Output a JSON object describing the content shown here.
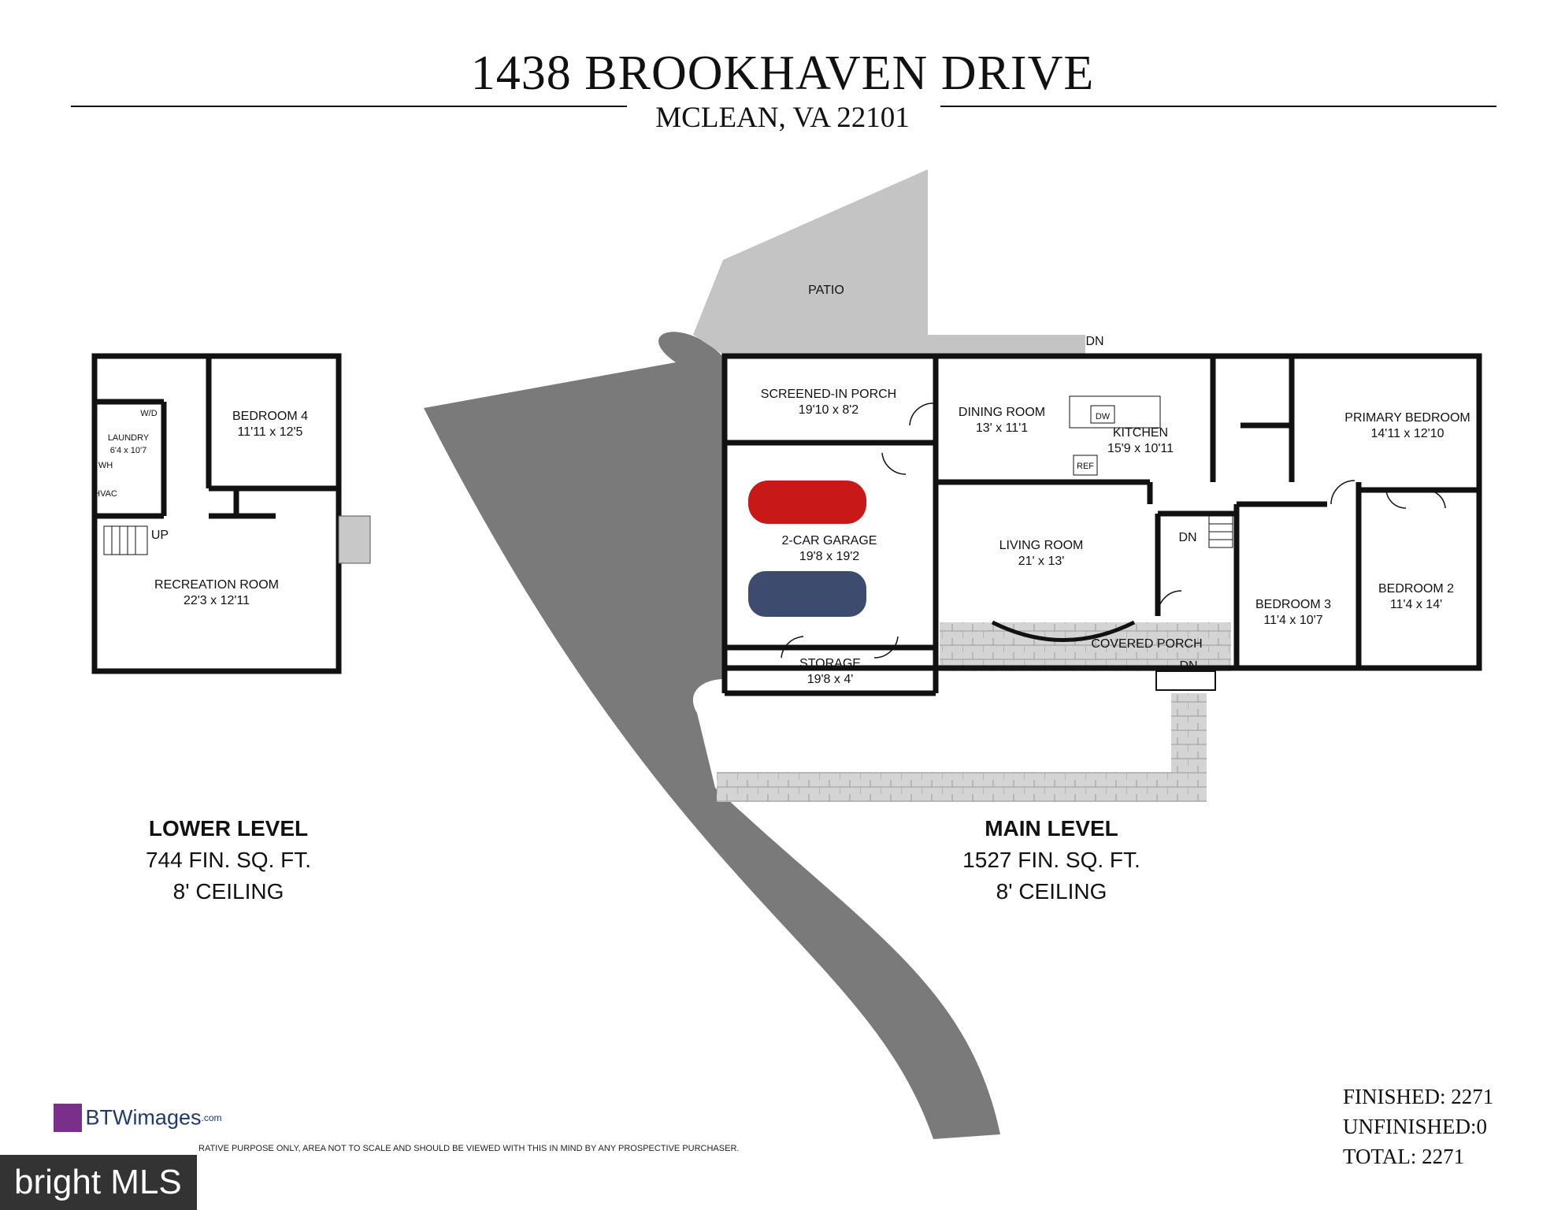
{
  "header": {
    "title": "1438 BROOKHAVEN DRIVE",
    "subtitle": "MCLEAN, VA 22101"
  },
  "rooms": {
    "patio": "PATIO",
    "screened_porch": "SCREENED-IN PORCH",
    "screened_porch_dim": "19'10 x 8'2",
    "dining": "DINING ROOM",
    "dining_dim": "13' x 11'1",
    "kitchen": "KITCHEN",
    "kitchen_dim": "15'9 x 10'11",
    "dw": "DW",
    "ref": "REF",
    "primary": "PRIMARY BEDROOM",
    "primary_dim": "14'11 x 12'10",
    "garage": "2-CAR GARAGE",
    "garage_dim": "19'8 x 19'2",
    "living": "LIVING ROOM",
    "living_dim": "21' x 13'",
    "bed3": "BEDROOM 3",
    "bed3_dim": "11'4 x 10'7",
    "bed2": "BEDROOM 2",
    "bed2_dim": "11'4 x 14'",
    "storage": "STORAGE",
    "storage_dim": "19'8 x 4'",
    "covered_porch": "COVERED PORCH",
    "dn": "DN",
    "bed4": "BEDROOM 4",
    "bed4_dim": "11'11 x 12'5",
    "laundry": "LAUNDRY",
    "laundry_dim": "6'4 x 10'7",
    "wd": "W/D",
    "wh": "WH",
    "hvac": "HVAC",
    "up": "UP",
    "rec": "RECREATION ROOM",
    "rec_dim": "22'3 x 12'11"
  },
  "lower_level": {
    "name": "LOWER LEVEL",
    "sqft": "744 FIN. SQ. FT.",
    "ceiling": "8' CEILING"
  },
  "main_level": {
    "name": "MAIN LEVEL",
    "sqft": "1527 FIN. SQ. FT.",
    "ceiling": "8' CEILING"
  },
  "totals": {
    "finished": "FINISHED: 2271",
    "unfinished": "UNFINISHED:0",
    "total": "TOTAL: 2271"
  },
  "footer": {
    "brand": "BTWimages",
    "brand_suffix": ".com",
    "disclaimer": "RATIVE PURPOSE ONLY, AREA NOT TO SCALE AND SHOULD BE VIEWED WITH THIS IN MIND BY ANY PROSPECTIVE PURCHASER.",
    "mls": "bright MLS"
  },
  "colors": {
    "wall": "#111111",
    "driveway": "#777777",
    "patio": "#c4c4c4",
    "paver": "#d2d2d2",
    "car_red": "#c81818",
    "car_blue": "#3c4b6e"
  }
}
